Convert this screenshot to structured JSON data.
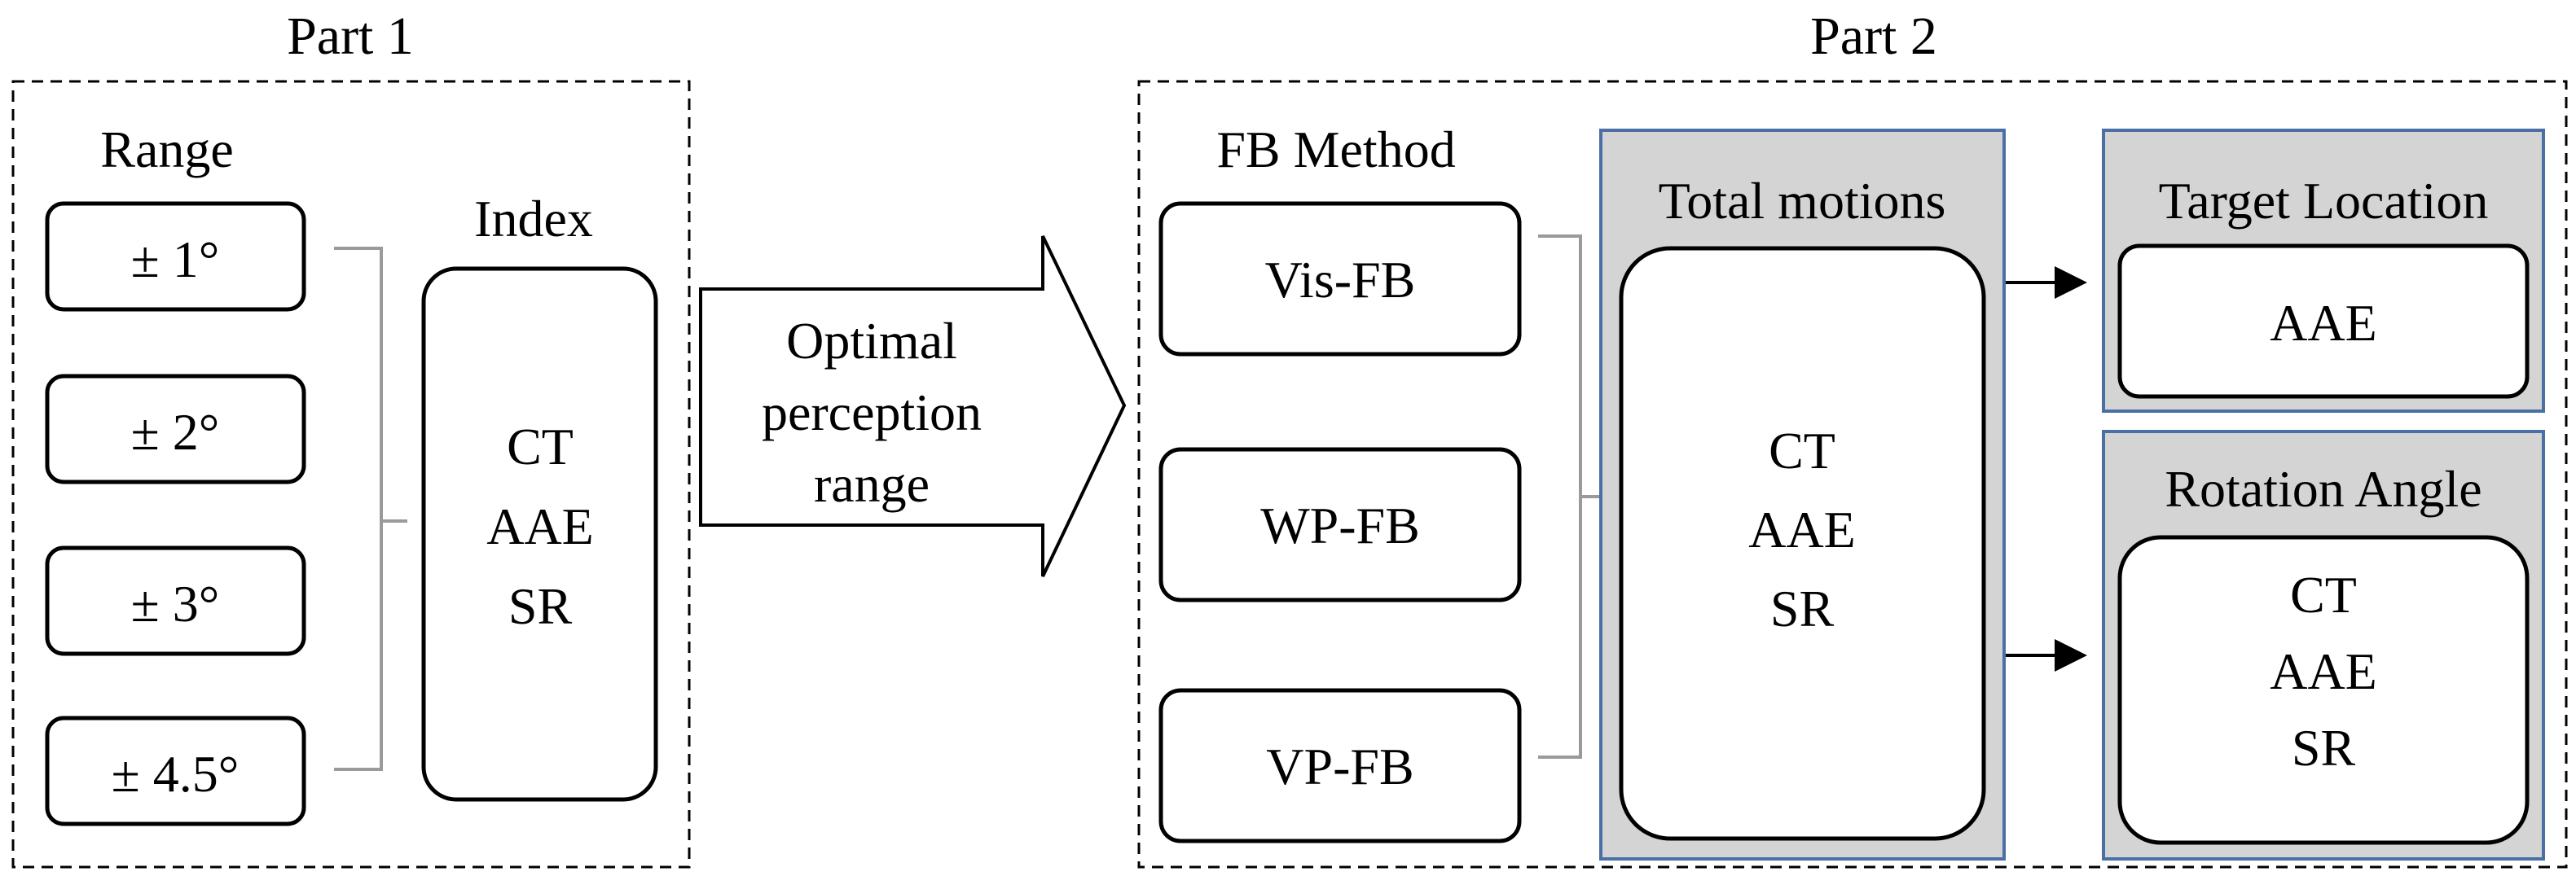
{
  "part1": {
    "title": "Part 1",
    "range_label": "Range",
    "ranges": [
      "± 1°",
      "± 2°",
      "± 3°",
      "± 4.5°"
    ],
    "index_label": "Index",
    "index_metrics": [
      "CT",
      "AAE",
      "SR"
    ]
  },
  "arrow": {
    "lines": [
      "Optimal",
      "perception",
      "range"
    ]
  },
  "part2": {
    "title": "Part 2",
    "fb_label": "FB Method",
    "fb_methods": [
      "Vis-FB",
      "WP-FB",
      "VP-FB"
    ],
    "total": {
      "title": "Total motions",
      "metrics": [
        "CT",
        "AAE",
        "SR"
      ]
    },
    "target": {
      "title": "Target Location",
      "metrics": [
        "AAE"
      ]
    },
    "rotation": {
      "title": "Rotation Angle",
      "metrics": [
        "CT",
        "AAE",
        "SR"
      ]
    }
  },
  "colors": {
    "panel_fill": "#d4d4d4",
    "panel_border": "#4a6fa5",
    "stroke": "#000000",
    "bracket": "#9a9a9a"
  }
}
